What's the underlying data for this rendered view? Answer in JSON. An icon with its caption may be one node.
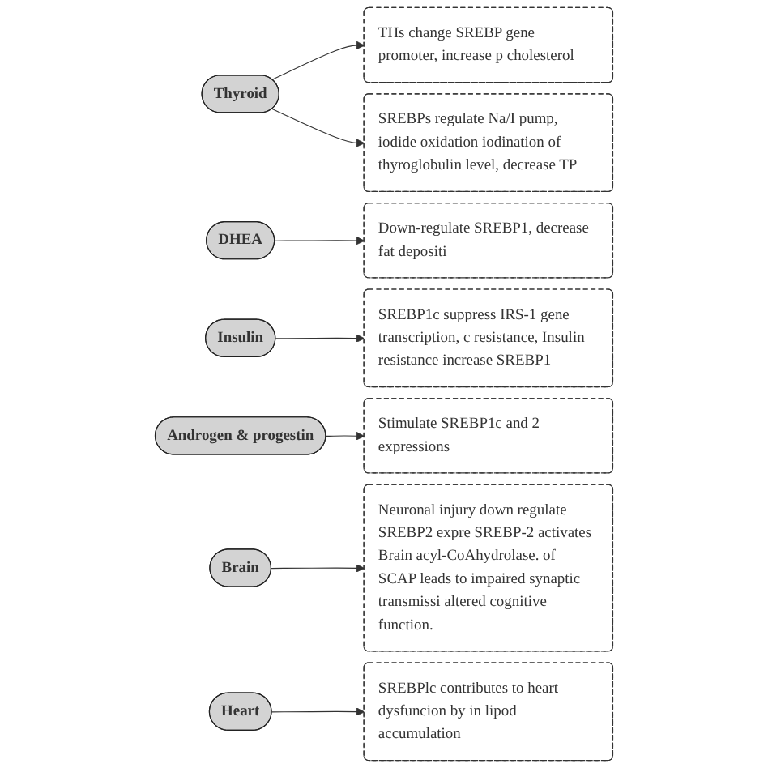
{
  "diagram": {
    "nodes": [
      {
        "text": [
          "Thyroid"
        ]
      },
      {
        "text": [
          "THs change SREBP gene promoter, increase p cholesterol"
        ]
      },
      {
        "text": [
          "SREBPs regulate Na/I pump, iodide oxidation iodination of thyroglobulin level, decrease TP"
        ]
      },
      {
        "text": [
          "DHEA"
        ]
      },
      {
        "text": [
          "Down-regulate SREBP1, decrease fat depositi"
        ]
      },
      {
        "text": [
          "Insulin"
        ]
      },
      {
        "text": [
          "SREBP1c suppress IRS-1 gene transcription, c resistance, Insulin resistance increase SREBP1"
        ]
      },
      {
        "text": [
          "Androgen & progestin"
        ]
      },
      {
        "text": [
          "Stimulate SREBP1c and 2 expressions"
        ]
      },
      {
        "text": [
          "Brain"
        ]
      },
      {
        "text": [
          "Neuronal injury down regulate SREBP2 expre SREBP-2 activates Brain acyl-CoAhydrolase. of SCAP leads to impaired synaptic transmissi altered cognitive function."
        ]
      },
      {
        "text": [
          "Heart"
        ]
      },
      {
        "text": [
          "SREBPlc contributes to heart dysfuncion by in lipod accumulation"
        ]
      }
    ],
    "edges": [
      {
        "from": 0,
        "to": 1,
        "arrow": "to"
      },
      {
        "from": 0,
        "to": 2,
        "arrow": "to"
      },
      {
        "from": 3,
        "to": 4,
        "arrow": "to"
      },
      {
        "from": 5,
        "to": 6,
        "arrow": "to"
      },
      {
        "from": 7,
        "to": 8,
        "arrow": "to"
      },
      {
        "from": 9,
        "to": 10,
        "arrow": "to"
      },
      {
        "from": 11,
        "to": 12,
        "arrow": "to"
      }
    ]
  }
}
